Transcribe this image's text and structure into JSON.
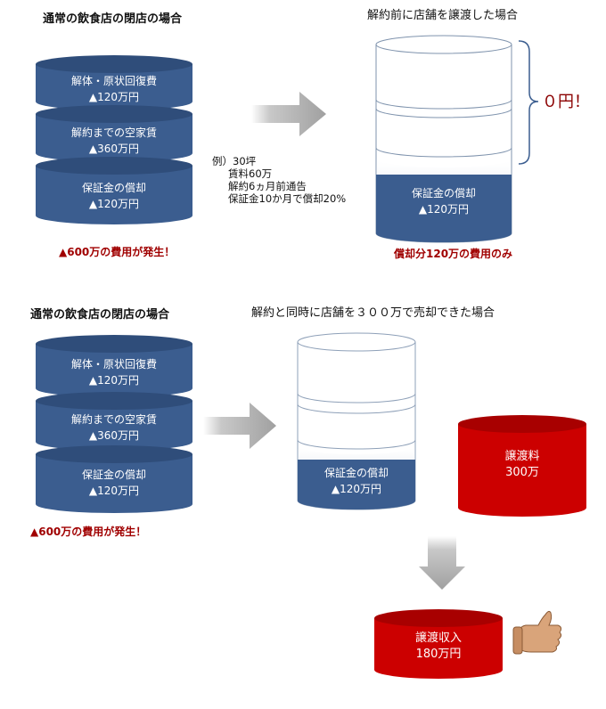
{
  "top": {
    "left_title": "通常の飲食店の閉店の場合",
    "right_title": "解約前に店舗を譲渡した場合",
    "stack": [
      {
        "line1": "解体・原状回復費",
        "line2": "▲120万円"
      },
      {
        "line1": "解約までの空家賃",
        "line2": "▲360万円"
      },
      {
        "line1": "保証金の償却",
        "line2": "▲120万円"
      }
    ],
    "example_lines": [
      "例）30坪",
      "賃料60万",
      "解約6ヵ月前通告",
      "保証金10か月で償却20%"
    ],
    "zero_label": "０円！",
    "result_left": "▲600万の費用が発生！",
    "result_right": "償却分120万の費用のみ",
    "right_bottom": {
      "line1": "保証金の償却",
      "line2": "▲120万円"
    }
  },
  "bottom": {
    "left_title": "通常の飲食店の閉店の場合",
    "right_title": "解約と同時に店舗を３００万で売却できた場合",
    "stack": [
      {
        "line1": "解体・原状回復費",
        "line2": "▲120万円"
      },
      {
        "line1": "解約までの空家賃",
        "line2": "▲360万円"
      },
      {
        "line1": "保証金の償却",
        "line2": "▲120万円"
      }
    ],
    "result_left": "▲600万の費用が発生！",
    "right_bottom": {
      "line1": "保証金の償却",
      "line2": "▲120万円"
    },
    "transfer_fee": {
      "line1": "譲渡料",
      "line2": "300万"
    },
    "transfer_income": {
      "line1": "譲渡収入",
      "line2": "180万円"
    }
  },
  "colors": {
    "blue": "#3b5d8f",
    "red": "#cc0000",
    "grey_arrow": "#a6a6a6",
    "outline": "#8ea0b8"
  },
  "icons": {
    "thumbs_up": "thumbs-up-icon"
  }
}
